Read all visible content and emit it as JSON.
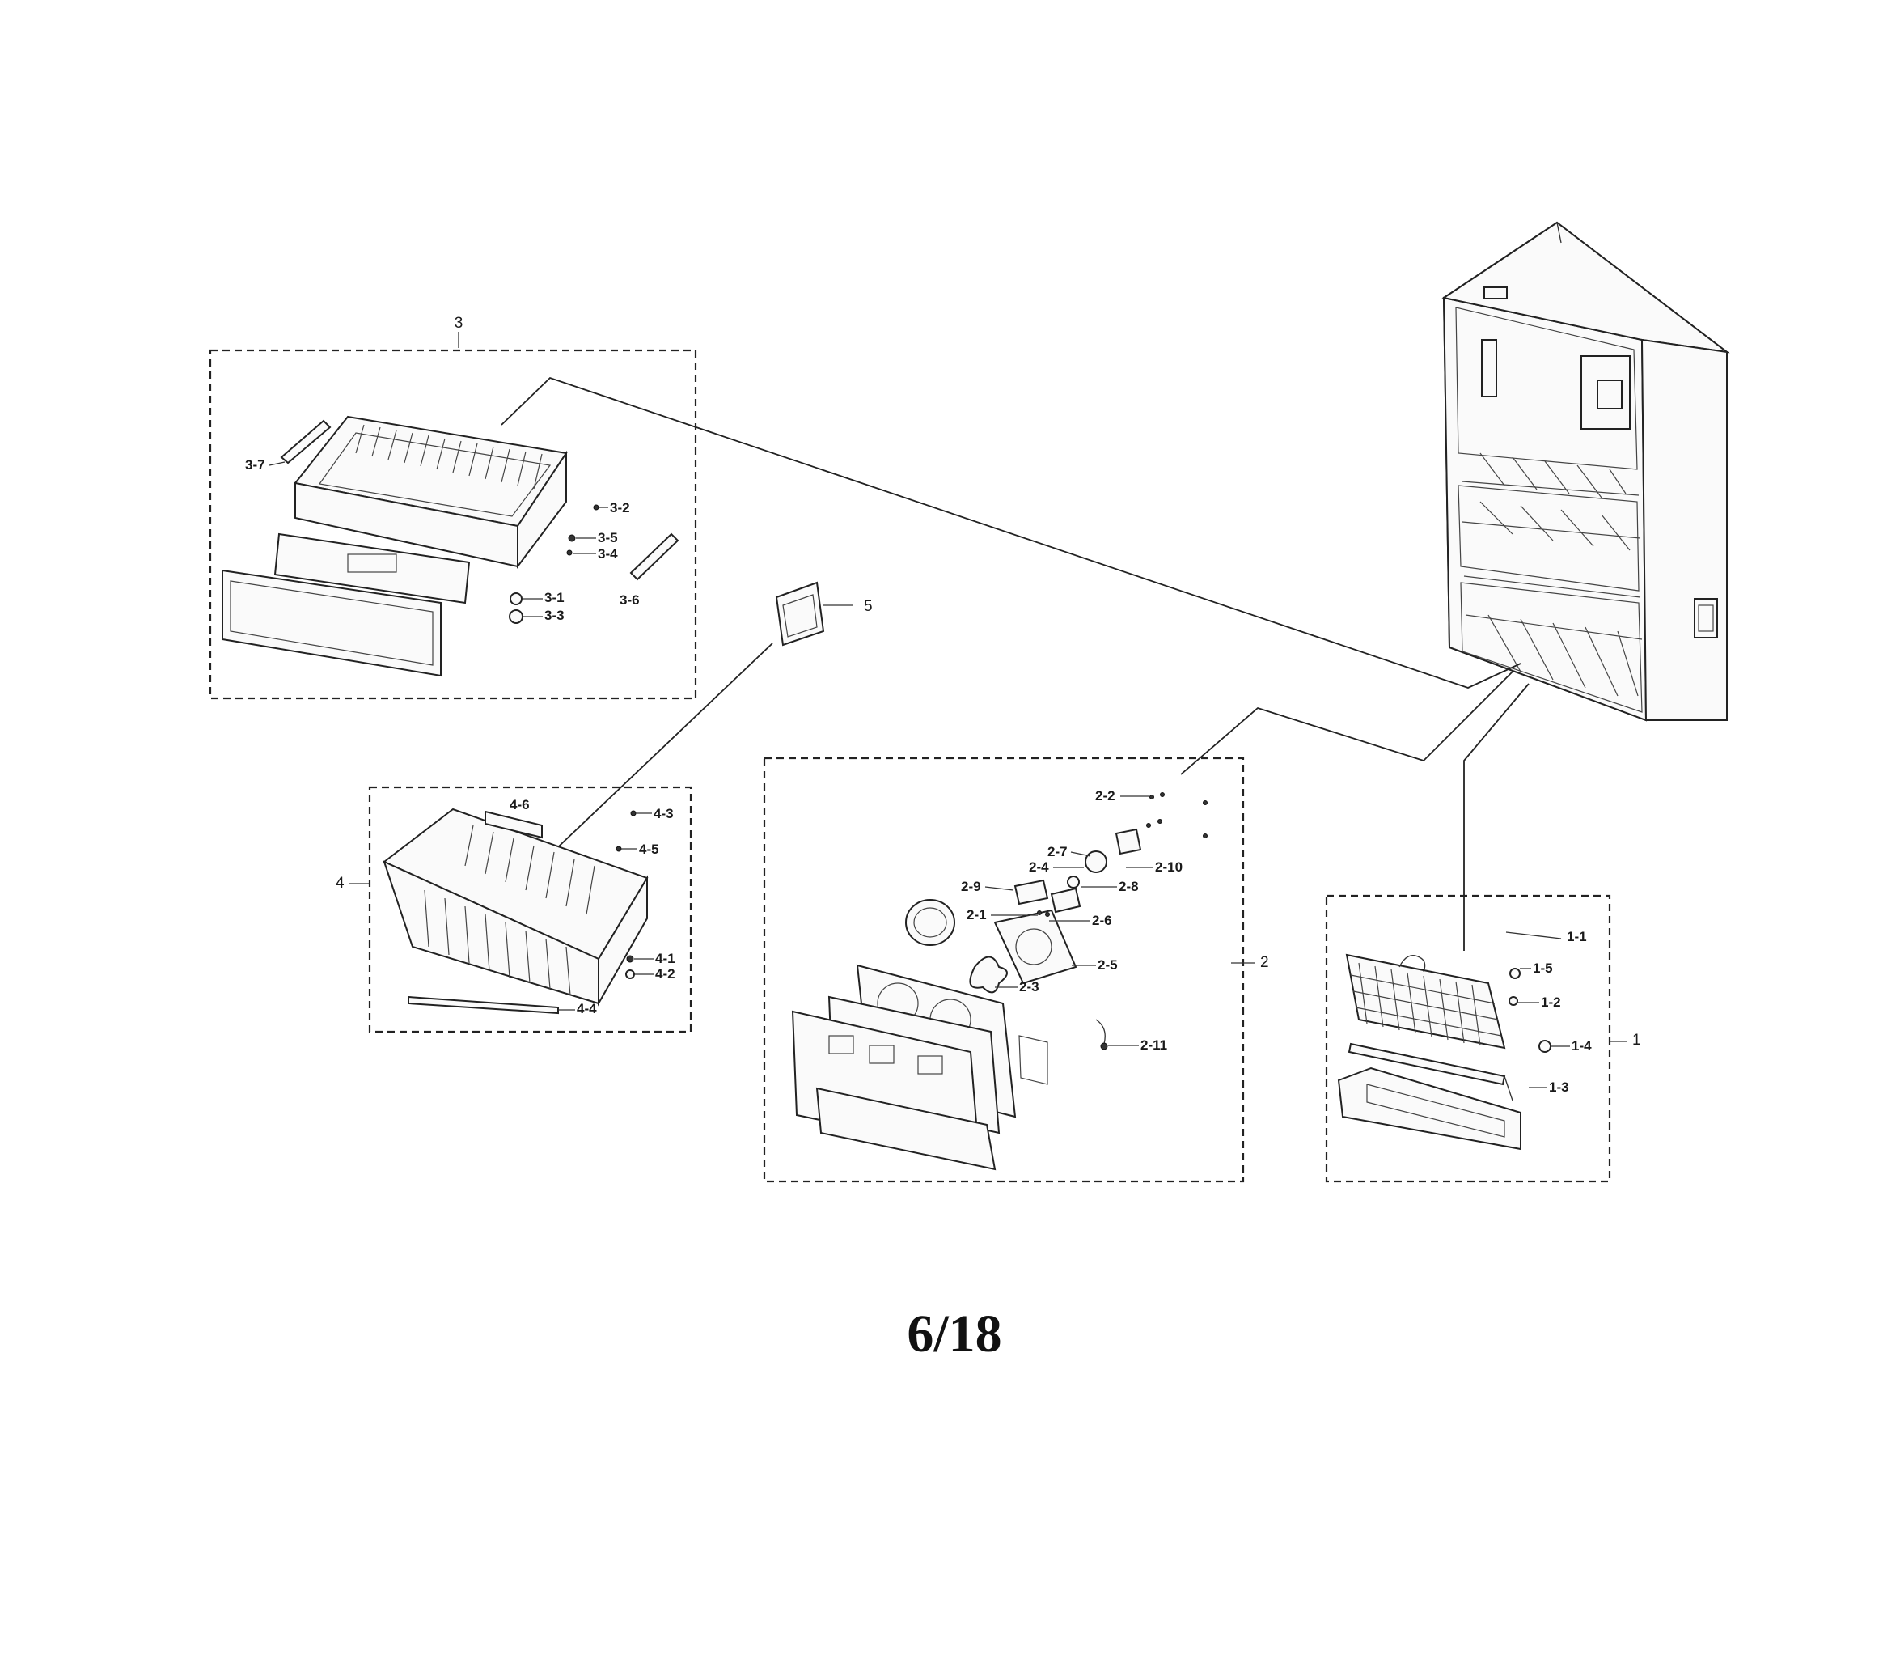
{
  "diagram": {
    "page_label": "6/18",
    "groups": [
      {
        "id": "1",
        "label": "1"
      },
      {
        "id": "2",
        "label": "2"
      },
      {
        "id": "3",
        "label": "3"
      },
      {
        "id": "4",
        "label": "4"
      },
      {
        "id": "5",
        "label": "5"
      }
    ],
    "callouts": {
      "g3": [
        "3-7",
        "3-2",
        "3-5",
        "3-4",
        "3-1",
        "3-3",
        "3-6"
      ],
      "g4": [
        "4-6",
        "4-3",
        "4-5",
        "4-1",
        "4-2",
        "4-4"
      ],
      "g2": [
        "2-2",
        "2-7",
        "2-4",
        "2-10",
        "2-9",
        "2-8",
        "2-1",
        "2-6",
        "2-5",
        "2-3",
        "2-11"
      ],
      "g1": [
        "1-1",
        "1-5",
        "1-2",
        "1-4",
        "1-3"
      ]
    }
  }
}
